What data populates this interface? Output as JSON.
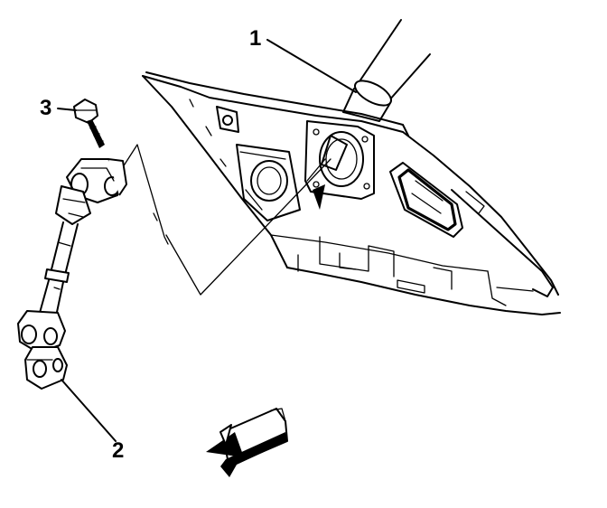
{
  "callouts": [
    {
      "id": "1",
      "text": "1",
      "refers_to": "steering-column-shaft"
    },
    {
      "id": "2",
      "text": "2",
      "refers_to": "intermediate-steering-shaft"
    },
    {
      "id": "3",
      "text": "3",
      "refers_to": "pinch-bolt"
    }
  ],
  "icons": {
    "direction_arrow": "forward-direction-arrow-icon"
  },
  "colors": {
    "ink": "#000000",
    "paper": "#ffffff"
  }
}
